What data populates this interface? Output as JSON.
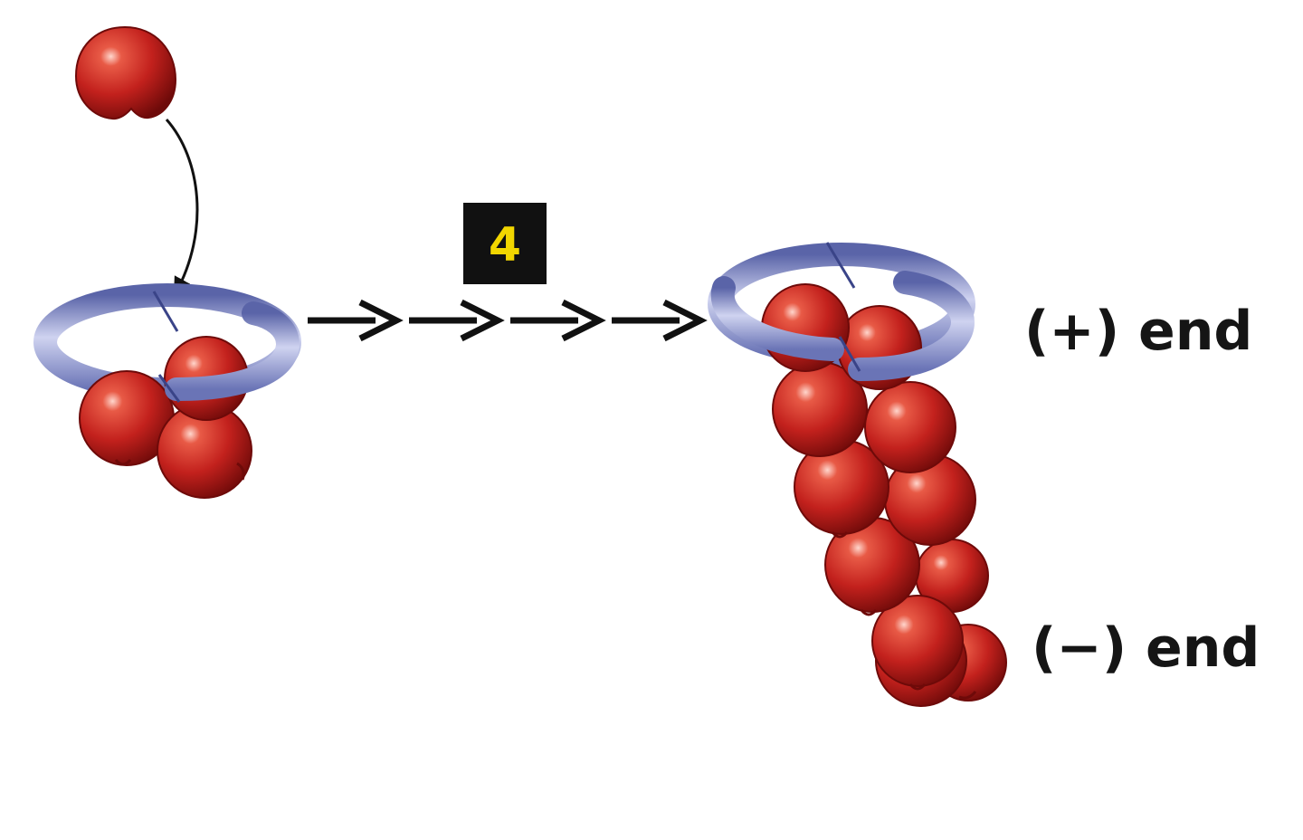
{
  "step_badge": {
    "number": "4"
  },
  "labels": {
    "plus_end": "(+) end",
    "minus_end": "(−) end"
  },
  "colors": {
    "subunit": "#c0201c",
    "subunit_dark": "#7a0d0b",
    "ring": "#8e96cf",
    "ring_dark": "#4a5498",
    "badge_bg": "#111111",
    "badge_text": "#f2d600",
    "arrow": "#111111"
  }
}
